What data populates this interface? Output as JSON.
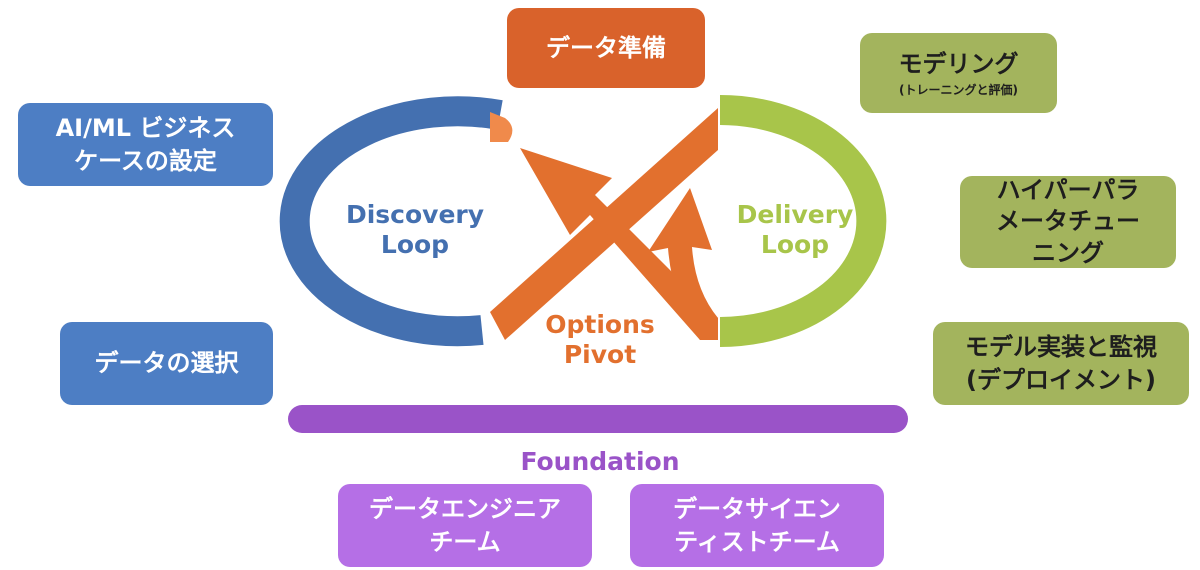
{
  "boxes": {
    "data_prep": "データ準備",
    "business_case": [
      "AI/ML ビジネス",
      "ケースの設定"
    ],
    "data_selection": "データの選択",
    "modeling": {
      "title": "モデリング",
      "sub": "(トレーニングと評価)"
    },
    "hyperparam": [
      "ハイパーパラ",
      "メータチュー",
      "ニング"
    ],
    "deploy": [
      "モデル実装と監視",
      "(デプロイメント)"
    ],
    "data_eng": [
      "データエンジニア",
      "チーム"
    ],
    "data_sci": [
      "データサイエン",
      "ティストチーム"
    ]
  },
  "loops": {
    "discovery": [
      "Discovery",
      "Loop"
    ],
    "delivery": [
      "Delivery",
      "Loop"
    ],
    "pivot": [
      "Options",
      "Pivot"
    ]
  },
  "foundation": "Foundation",
  "colors": {
    "blue": "#4d7ec4",
    "orange": "#d9622b",
    "green": "#a3b45d",
    "purple": "#b56fe6",
    "discovery_ring": "#4470b0",
    "delivery_ring": "#a8c54a",
    "pivot_arrows": "#e2702e",
    "foundation_bar": "#9a53c8"
  }
}
